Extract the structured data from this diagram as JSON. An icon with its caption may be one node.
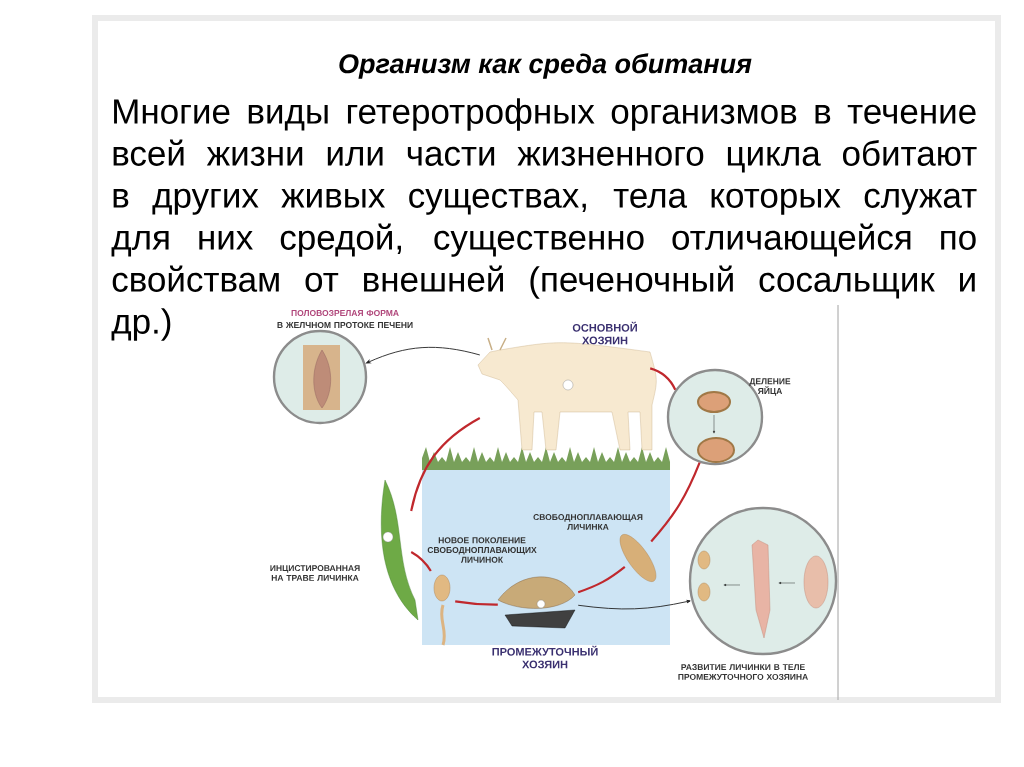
{
  "diagram": {
    "title": "Организм как среда обитания",
    "nodes": [
      {
        "text": [],
        "shape": "circle",
        "beside": [
          "ПОЛОВОЗРЕЛАЯ ФОРМА",
          "В ЖЕЛЧНОМ ПРОТОКЕ ПЕЧЕНИ"
        ]
      },
      {
        "text": [],
        "shape": "picture",
        "beside": [
          "ОСНОВНОЙ ХОЗЯИН"
        ]
      },
      {
        "text": [],
        "shape": "circle",
        "beside": [
          "ДЕЛЕНИЕ ЯЙЦА"
        ]
      },
      {
        "text": [],
        "shape": "picture",
        "beside": [
          "СВОБОДНОПЛАВАЮЩАЯ ЛИЧИНКА"
        ]
      },
      {
        "text": [],
        "shape": "circle",
        "beside": [
          "РАЗВИТИЕ ЛИЧИНКИ В ТЕЛЕ ПРОМЕЖУТОЧНОГО ХОЗЯИНА"
        ]
      },
      {
        "text": [],
        "shape": "picture",
        "beside": [
          "ПРОМЕЖУТОЧНЫЙ ХОЗЯИН"
        ]
      },
      {
        "text": [],
        "shape": "picture",
        "beside": [
          "НОВОЕ ПОКОЛЕНИЕ СВОБОДНОПЛАВАЮЩИХ ЛИЧИНОК"
        ]
      },
      {
        "text": [],
        "shape": "picture",
        "beside": [
          "ИНЦИСТИРОВАННАЯ НА ТРАВЕ ЛИЧИНКА"
        ]
      }
    ],
    "edges": [
      {
        "from": 1,
        "to": 2,
        "arrow": "none"
      },
      {
        "from": 2,
        "to": 3,
        "arrow": "none"
      },
      {
        "from": 3,
        "to": 5,
        "arrow": "none"
      },
      {
        "from": 5,
        "to": 6,
        "arrow": "none"
      },
      {
        "from": 6,
        "to": 7,
        "arrow": "none"
      },
      {
        "from": 7,
        "to": 1,
        "arrow": "none"
      },
      {
        "from": 1,
        "to": 0,
        "arrow": "to",
        "color": "#222222"
      },
      {
        "from": 5,
        "to": 4,
        "arrow": "to",
        "color": "#222222"
      }
    ],
    "labels": [
      "Многие виды гетеротрофных организмов в течение всей жизни или части жизненного цикла обитают в других живых существах, тела которых служат для них средой, существенно отличающейся по свойствам от внешней (печеночный сосальщик и др.)"
    ]
  }
}
